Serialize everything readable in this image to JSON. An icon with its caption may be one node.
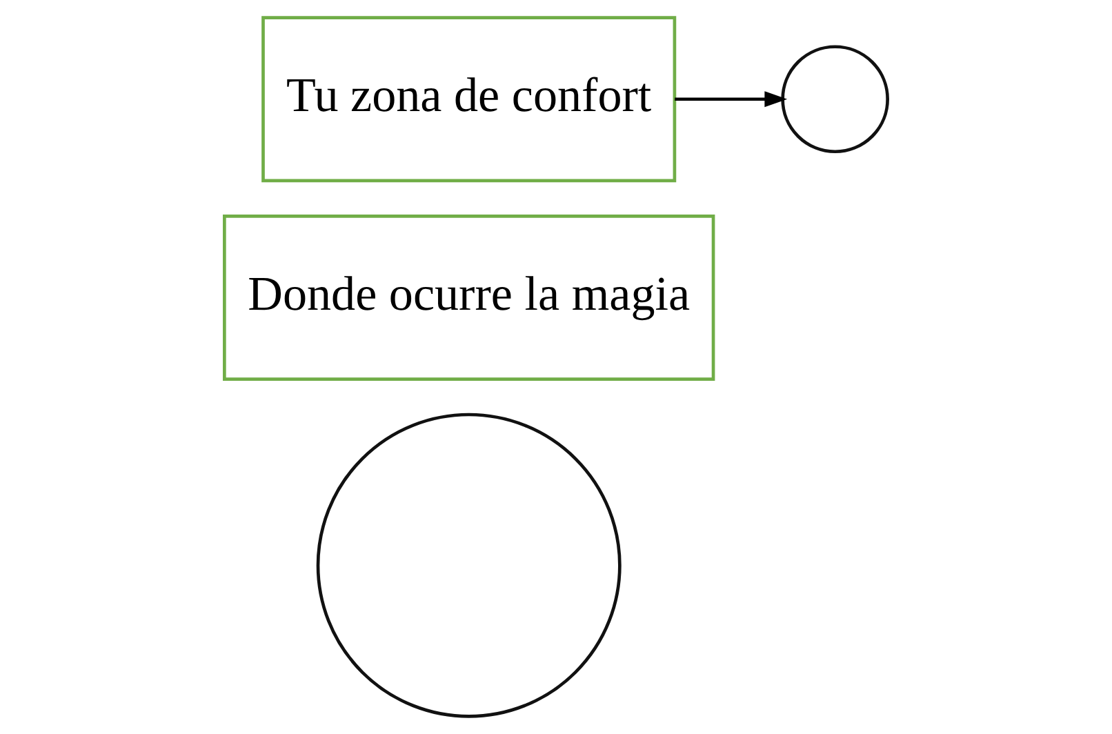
{
  "diagram": {
    "nodes": [
      {
        "text": [],
        "shape": "circle"
      },
      {
        "text": [
          "Donde ocurre la magia"
        ]
      },
      {
        "text": [],
        "shape": "circle"
      },
      {
        "text": [
          "Tu zona de confort"
        ]
      }
    ],
    "edges": [
      {
        "from": 3,
        "to": 2,
        "arrow": "to"
      }
    ]
  }
}
